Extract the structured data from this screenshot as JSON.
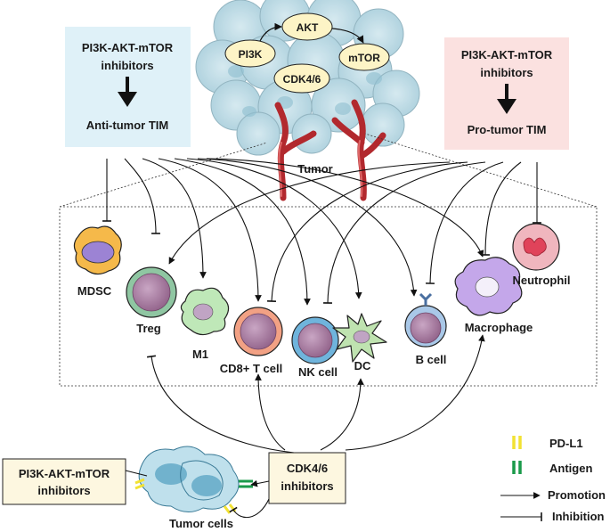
{
  "top_left_box": {
    "line1": "PI3K-AKT-mTOR",
    "line2": "inhibitors",
    "result": "Anti-tumor TIM",
    "color": "#dff1f8"
  },
  "top_right_box": {
    "line1": "PI3K-AKT-mTOR",
    "line2": "inhibitors",
    "result": "Pro-tumor TIM",
    "color": "#fbe1e0"
  },
  "tumor": {
    "label": "Tumor",
    "pathway": {
      "pi3k": "PI3K",
      "akt": "AKT",
      "mtor": "mTOR",
      "cdk": "CDK4/6"
    }
  },
  "cells": {
    "mdsc": "MDSC",
    "treg": "Treg",
    "m1": "M1",
    "cd8": "CD8+ T cell",
    "nk": "NK cell",
    "dc": "DC",
    "bcell": "B cell",
    "macrophage": "Macrophage",
    "neutrophil": "Neutrophil"
  },
  "bottom": {
    "left_box": {
      "line1": "PI3K-AKT-mTOR",
      "line2": "inhibitors"
    },
    "cdk_box": {
      "line1": "CDK4/6",
      "line2": "inhibitors"
    },
    "tumor_cells_label": "Tumor cells",
    "box_color": "#fdf7e0"
  },
  "legend": {
    "pdl1": "PD-L1",
    "antigen": "Antigen",
    "promotion": "Promotion",
    "inhibition": "Inhibition",
    "pdl1_color": "#f2e233",
    "antigen_color": "#1a9a4a"
  }
}
